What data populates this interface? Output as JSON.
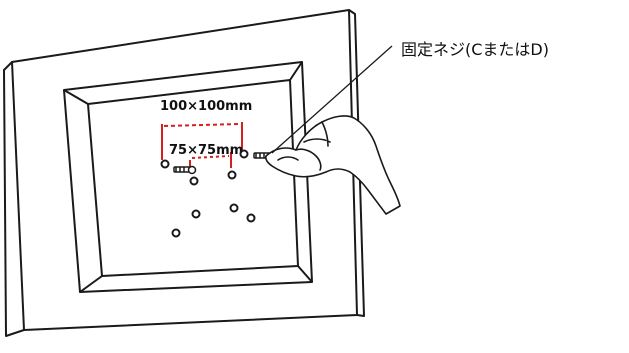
{
  "labels": {
    "screw_callout": "固定ネジ(CまたはD)",
    "large_spacing": "100×100mm",
    "small_spacing": "75×75mm"
  },
  "colors": {
    "outline": "#1a1a1a",
    "dimension": "#d42020",
    "background": "#ffffff"
  }
}
